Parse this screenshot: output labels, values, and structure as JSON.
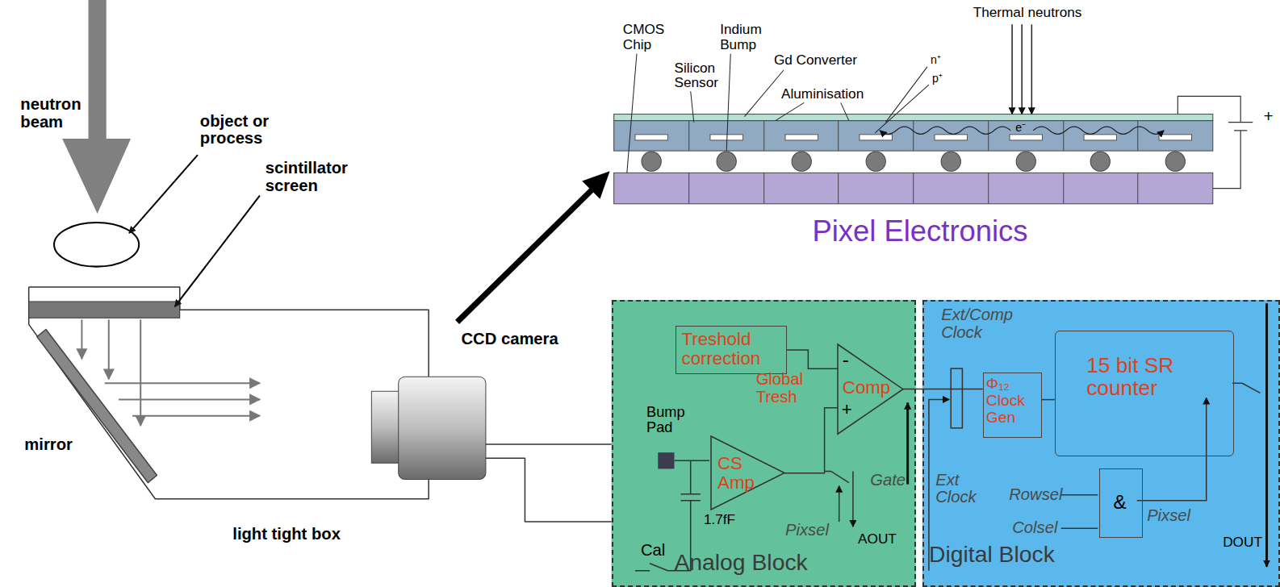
{
  "diagram": {
    "nodes": [
      {
        "text": [
          "Analog Block"
        ]
      },
      {
        "text": [
          "Treshold correction"
        ],
        "in": 0
      },
      {
        "text": [
          "CS Amp"
        ],
        "in": 0
      },
      {
        "text": [
          "-",
          "Comp",
          "+"
        ],
        "in": 0
      },
      {
        "text": [
          "Digital Block"
        ]
      },
      {
        "text": [
          "Φ₁₂ Clock Gen"
        ],
        "in": 4
      },
      {
        "text": [
          "15 bit SR counter"
        ],
        "in": 4
      },
      {
        "text": [
          "&"
        ],
        "in": 4
      }
    ],
    "edges": [
      {
        "from": 1,
        "to": 3,
        "arrow": "none"
      },
      {
        "from": 2,
        "to": 3,
        "arrow": "none"
      },
      {
        "from": 3,
        "to": 5,
        "arrow": "none"
      },
      {
        "from": 5,
        "to": 6,
        "arrow": "none"
      }
    ],
    "labels": [
      "neutron beam",
      "object or process",
      "scintillator screen",
      "mirror",
      "light tight box",
      "CCD camera",
      "CMOS Chip",
      "Indium Bump",
      "Silicon Sensor",
      "Gd Converter",
      "Aluminisation",
      "n⁺",
      "p⁺",
      "Thermal neutrons",
      "e⁻",
      "+",
      "Pixel Electronics",
      "Global Tresh",
      "Bump Pad",
      "1.7fF",
      "Cal",
      "Pixsel",
      "AOUT",
      "Gate",
      "Ext/Comp Clock",
      "Ext Clock",
      "Rowsel",
      "Colsel",
      "Pixsel",
      "DOUT"
    ]
  }
}
